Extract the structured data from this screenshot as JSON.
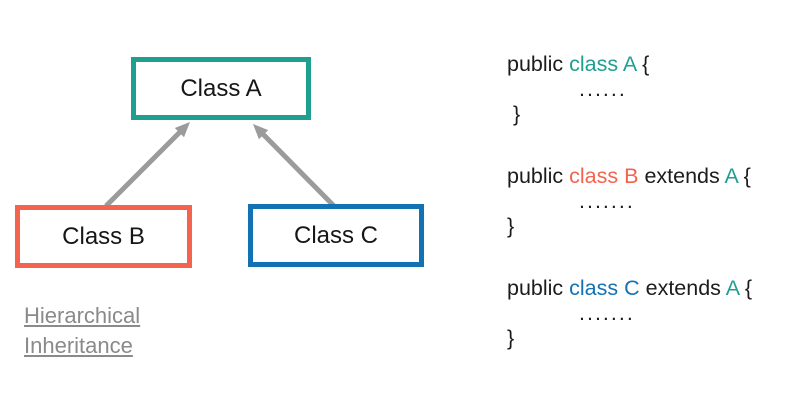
{
  "colors": {
    "background": "#ffffff",
    "teal": "#1f9f90",
    "salmon": "#f4634e",
    "blue": "#1272b4",
    "gray": "#9b9b9b",
    "label_gray": "#8a8a8a",
    "ink": "#1c1c1e"
  },
  "diagram": {
    "nodes": [
      {
        "id": "class-a",
        "label": "Class A",
        "border_color": "#1f9f90"
      },
      {
        "id": "class-b",
        "label": "Class B",
        "border_color": "#f4634e"
      },
      {
        "id": "class-c",
        "label": "Class C",
        "border_color": "#1272b4"
      }
    ],
    "edges": [
      {
        "from": "class-b",
        "to": "class-a",
        "color": "#9b9b9b"
      },
      {
        "from": "class-c",
        "to": "class-a",
        "color": "#9b9b9b"
      }
    ],
    "caption": {
      "line1": "Hierarchical",
      "line2": "Inheritance"
    }
  },
  "code": {
    "blocks": [
      {
        "declaration": [
          {
            "text": "public ",
            "color": "ink"
          },
          {
            "text": "class A",
            "color": "teal"
          },
          {
            "text": " {",
            "color": "ink"
          }
        ],
        "body": "......",
        "close": " }"
      },
      {
        "declaration": [
          {
            "text": "public ",
            "color": "ink"
          },
          {
            "text": "class B",
            "color": "salmon"
          },
          {
            "text": " extends ",
            "color": "ink"
          },
          {
            "text": "A",
            "color": "teal"
          },
          {
            "text": " {",
            "color": "ink"
          }
        ],
        "body": ".......",
        "close": "}"
      },
      {
        "declaration": [
          {
            "text": "public ",
            "color": "ink"
          },
          {
            "text": "class C",
            "color": "blue"
          },
          {
            "text": " extends ",
            "color": "ink"
          },
          {
            "text": "A",
            "color": "teal"
          },
          {
            "text": " {",
            "color": "ink"
          }
        ],
        "body": ".......",
        "close": "}"
      }
    ]
  }
}
